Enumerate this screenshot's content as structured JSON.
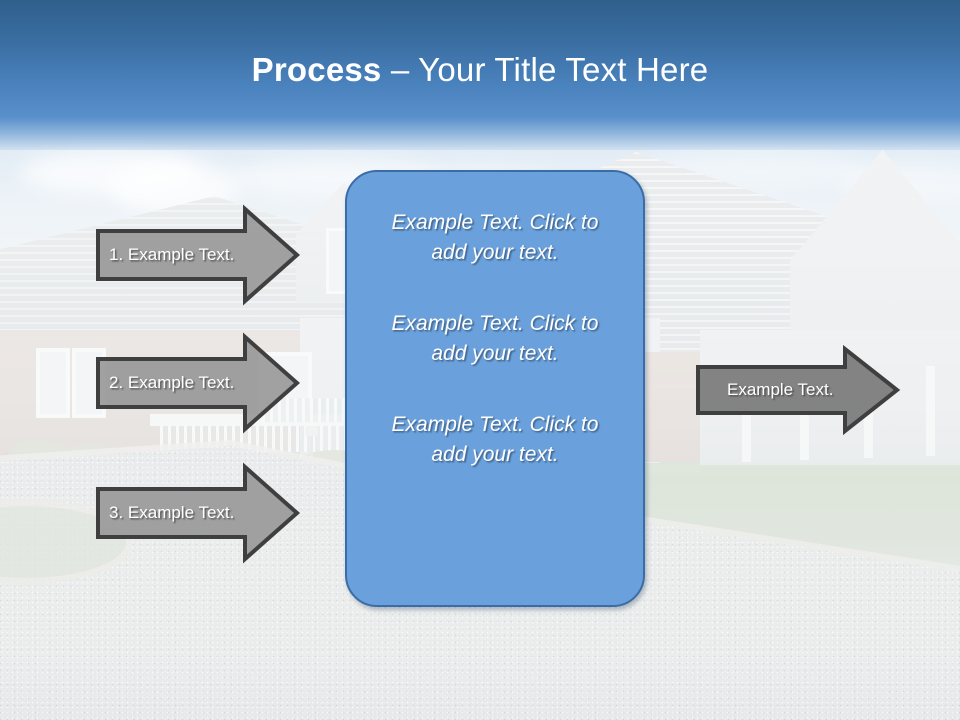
{
  "slide": {
    "title": {
      "bold_part": "Process",
      "rest_part": " – Your Title Text Here",
      "full": "Process – Your Title Text Here"
    },
    "colors": {
      "banner_top": "#2f5f8c",
      "banner_bottom": "#5a90cb",
      "blue_box_fill": "#6aa1dc",
      "blue_box_border": "#3a6da8",
      "left_arrow_fill": "#999999",
      "right_arrow_fill": "#7c7c7c",
      "arrow_border": "#3f3f3f",
      "text_white": "#ffffff"
    },
    "background": {
      "description": "faded photograph of a suburban two-story house with gray shingle roof, brick walls, white porch railing, green lawn and a light gray gravel driveway in the foreground"
    }
  },
  "left_arrows": [
    {
      "label": "1. Example Text.",
      "shape": "right-arrow"
    },
    {
      "label": "2. Example Text.",
      "shape": "right-arrow"
    },
    {
      "label": "3. Example Text.",
      "shape": "right-arrow"
    }
  ],
  "center_box": {
    "paragraphs": [
      "Example Text. Click  to add your text.",
      "Example Text. Click  to add your text.",
      "Example Text. Click  to add your text."
    ]
  },
  "right_arrows": [
    {
      "label": "Example Text.",
      "shape": "right-arrow"
    }
  ]
}
